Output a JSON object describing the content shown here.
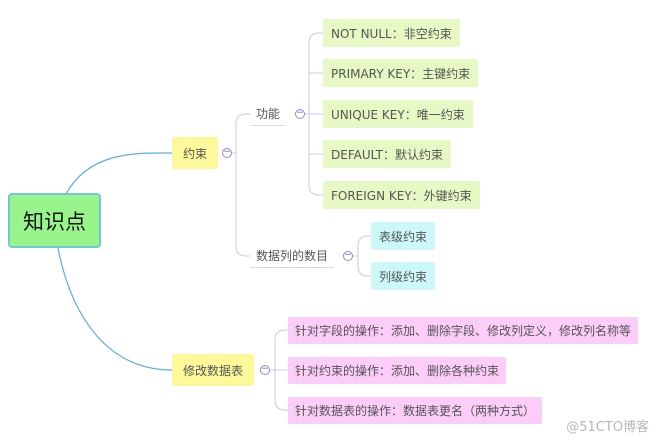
{
  "root": {
    "label": "知识点"
  },
  "branches": {
    "constraints": {
      "label": "约束",
      "function": {
        "label": "功能",
        "items": [
          "NOT NULL：非空约束",
          "PRIMARY KEY：主键约束",
          "UNIQUE KEY：唯一约束",
          "DEFAULT：默认约束",
          "FOREIGN KEY：外键约束"
        ]
      },
      "column_count": {
        "label": "数据列的数目",
        "items": [
          "表级约束",
          "列级约束"
        ]
      }
    },
    "modify_table": {
      "label": "修改数据表",
      "items": [
        "针对字段的操作：添加、删除字段、修改列定义，修改列名称等",
        "针对约束的操作：添加、删除各种约束",
        "针对数据表的操作：数据表更名（两种方式）"
      ]
    }
  },
  "toggle_symbol": "−",
  "watermark": "@51CTO博客",
  "colors": {
    "root": "#98f58c",
    "level1": "#fdf99a",
    "function_items": "#e6f8c4",
    "column_items": "#ccf8fa",
    "modify_items": "#fbcdf8",
    "root_connector": "#5aafdf",
    "sub_connector": "#c9c9ef"
  }
}
